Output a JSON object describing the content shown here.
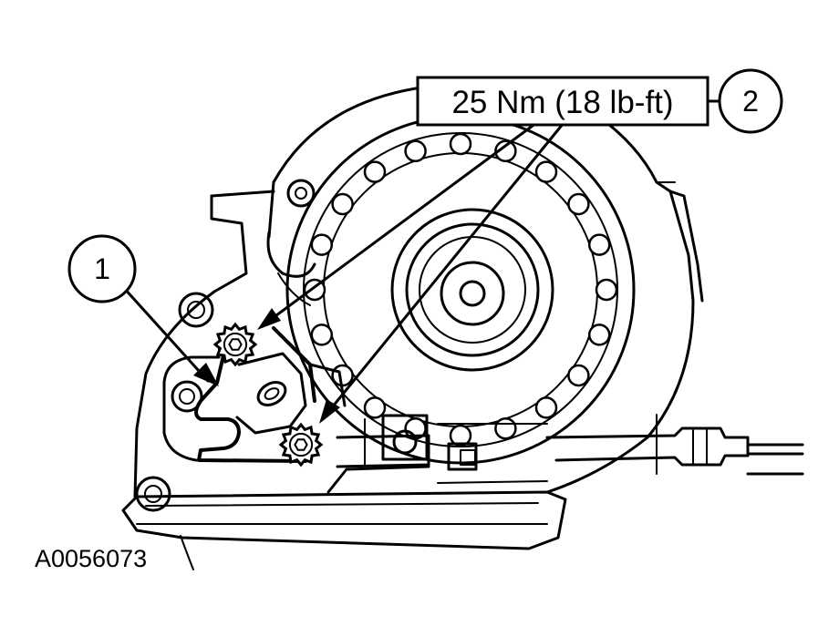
{
  "torque_label": "25 Nm (18 lb-ft)",
  "callouts": [
    {
      "id": "1",
      "label": "1"
    },
    {
      "id": "2",
      "label": "2"
    }
  ],
  "figure_id": "A0056073",
  "colors": {
    "ink": "#000000",
    "paper": "#ffffff"
  }
}
